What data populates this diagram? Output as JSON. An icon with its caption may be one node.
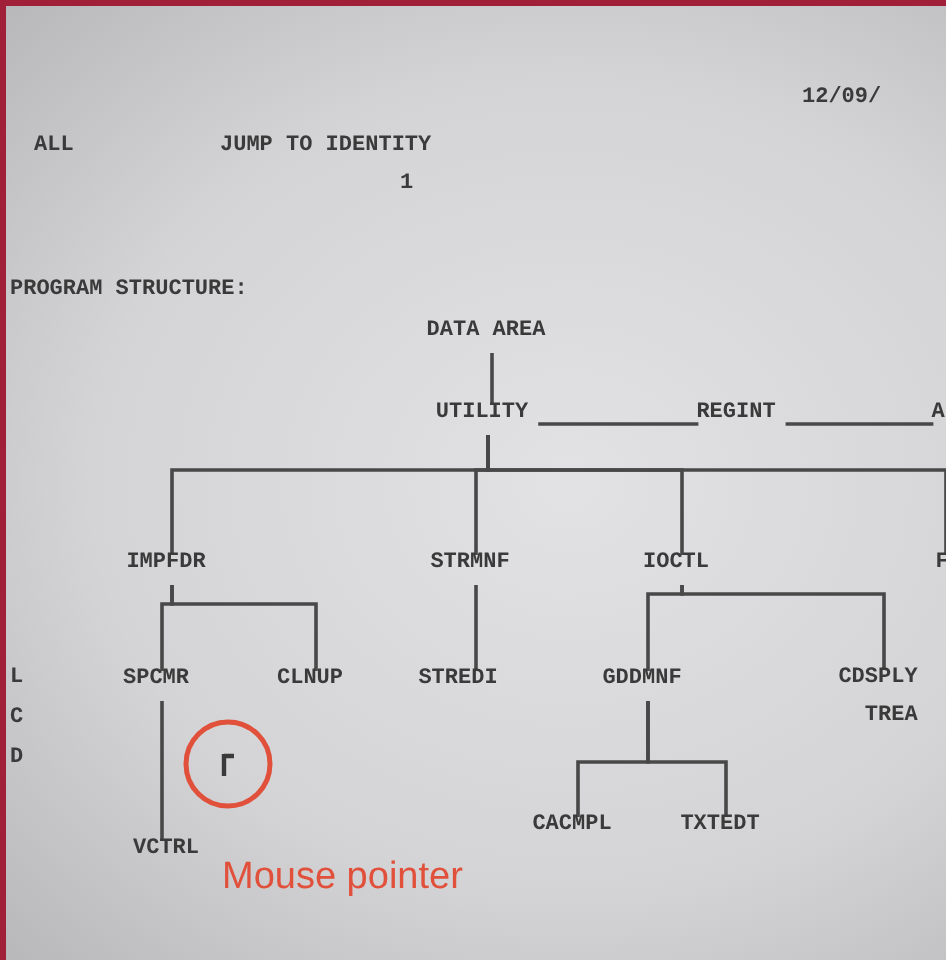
{
  "diagram": {
    "nodes": [
      {
        "text": [
          "DATA AREA"
        ]
      },
      {
        "text": [
          "UTILITY"
        ]
      },
      {
        "text": [
          "REGINT"
        ]
      },
      {
        "text": [
          "A"
        ]
      },
      {
        "text": [
          "IMPFDR"
        ]
      },
      {
        "text": [
          "STRMNF"
        ]
      },
      {
        "text": [
          "IOCTL"
        ]
      },
      {
        "text": [
          "F"
        ]
      },
      {
        "text": [
          "SPCMR"
        ]
      },
      {
        "text": [
          "CLNUP"
        ]
      },
      {
        "text": [
          "STREDI"
        ]
      },
      {
        "text": [
          "GDDMNF"
        ]
      },
      {
        "text": [
          "CDSPLY",
          "TREA"
        ]
      },
      {
        "text": [
          "VCTRL"
        ]
      },
      {
        "text": [
          "CACMPL"
        ]
      },
      {
        "text": [
          "TXTEDT"
        ]
      }
    ],
    "edges": [
      {
        "from": 0,
        "to": 1,
        "arrow": "none"
      },
      {
        "from": 1,
        "to": 2,
        "arrow": "none"
      },
      {
        "from": 2,
        "to": 3,
        "arrow": "none"
      },
      {
        "from": 1,
        "to": 4,
        "arrow": "none"
      },
      {
        "from": 1,
        "to": 5,
        "arrow": "none"
      },
      {
        "from": 1,
        "to": 6,
        "arrow": "none"
      },
      {
        "from": 1,
        "to": 7,
        "arrow": "none"
      },
      {
        "from": 4,
        "to": 8,
        "arrow": "none"
      },
      {
        "from": 4,
        "to": 9,
        "arrow": "none"
      },
      {
        "from": 5,
        "to": 10,
        "arrow": "none"
      },
      {
        "from": 6,
        "to": 11,
        "arrow": "none"
      },
      {
        "from": 6,
        "to": 12,
        "arrow": "none"
      },
      {
        "from": 8,
        "to": 13,
        "arrow": "none"
      },
      {
        "from": 11,
        "to": 14,
        "arrow": "none"
      },
      {
        "from": 11,
        "to": 15,
        "arrow": "none"
      }
    ],
    "labels": [
      "12/09/",
      "ALL",
      "JUMP TO IDENTITY",
      "1",
      "PROGRAM STRUCTURE:",
      "L",
      "C",
      "D",
      "Mouse pointer"
    ]
  }
}
